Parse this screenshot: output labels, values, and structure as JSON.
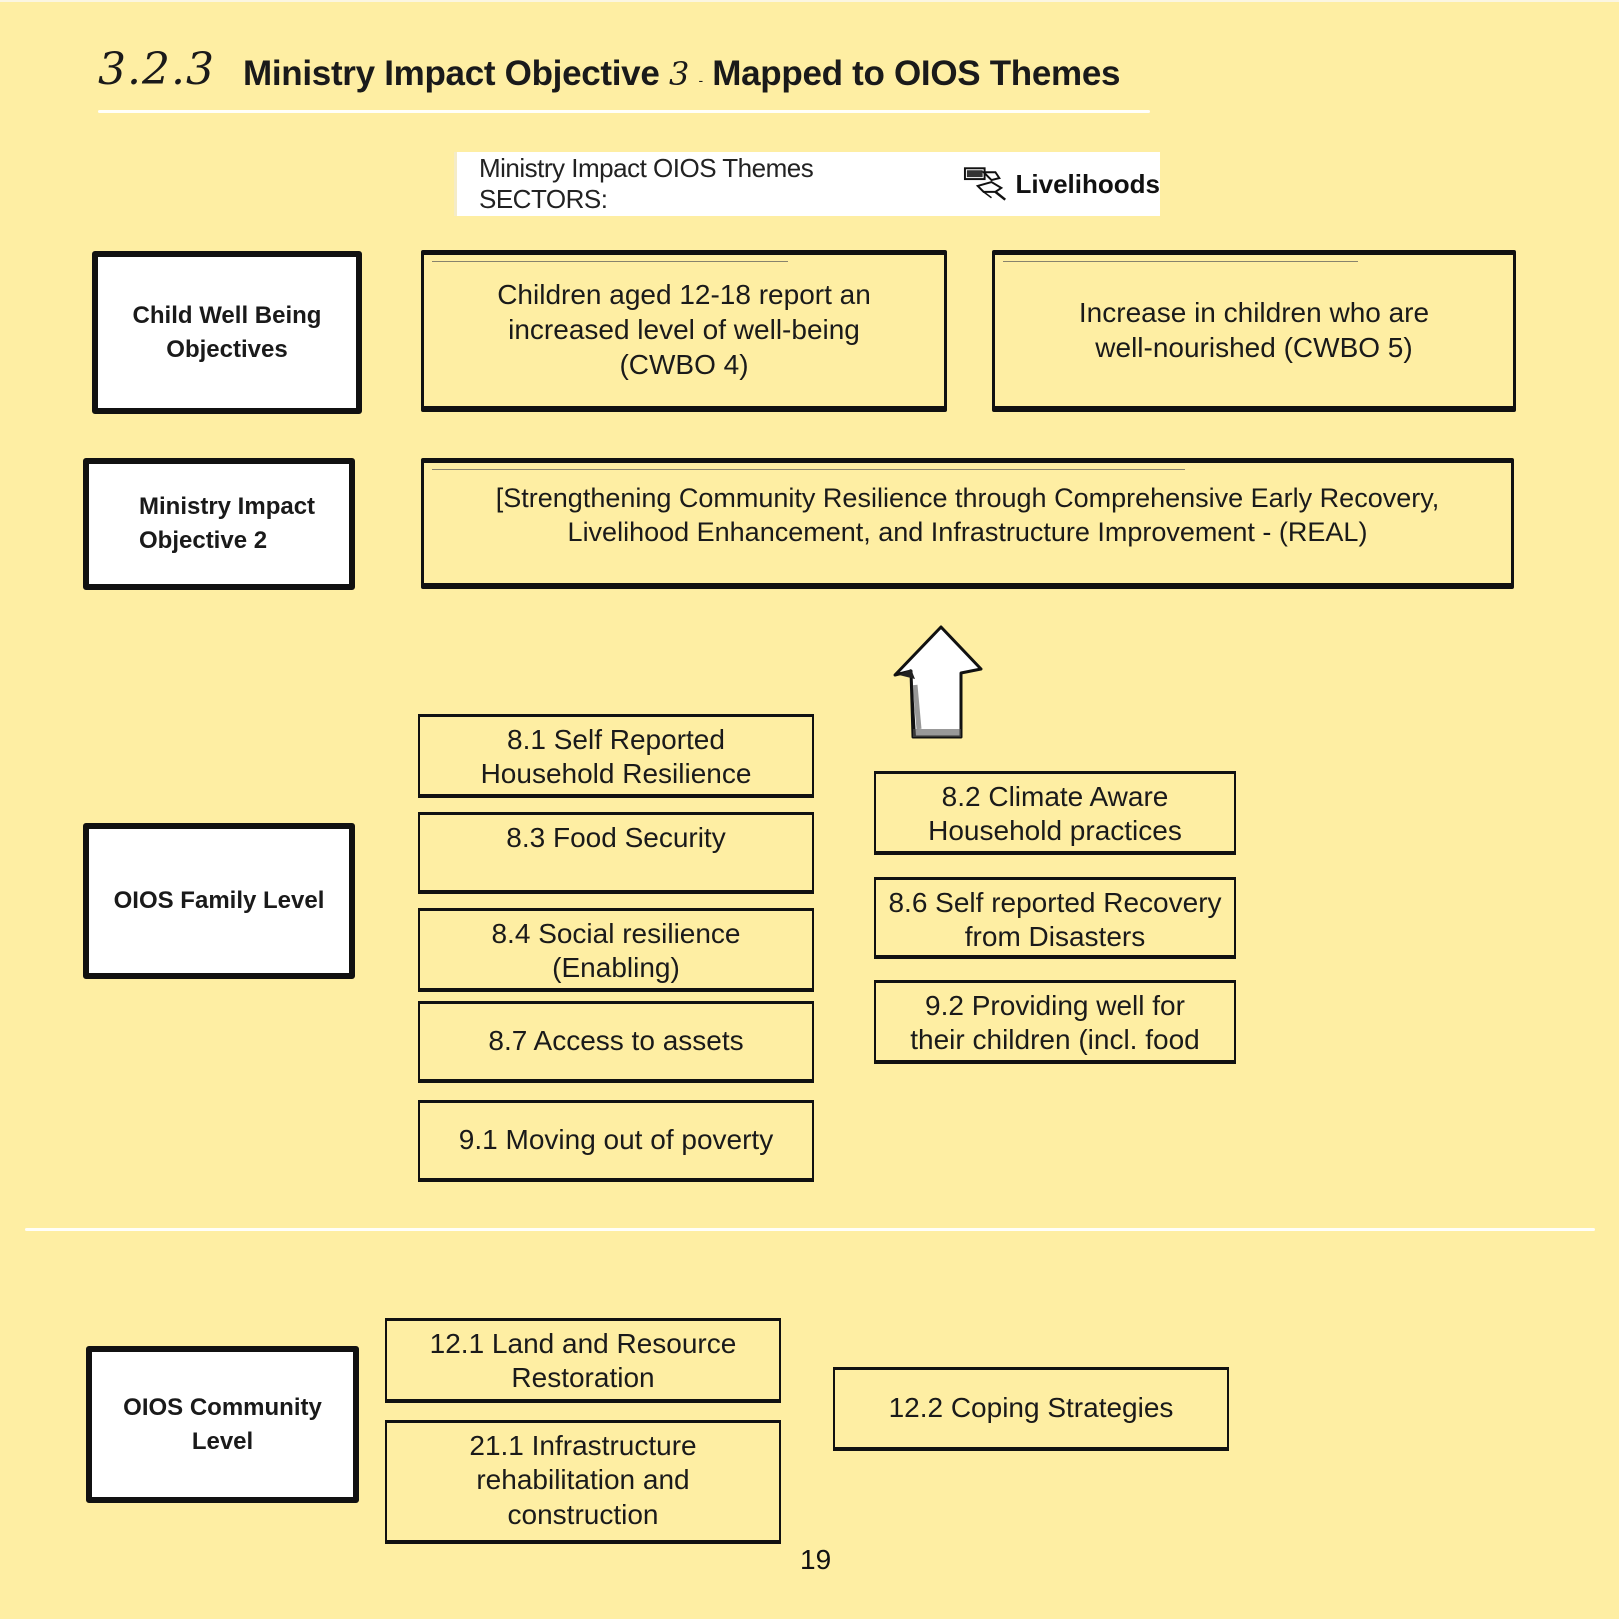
{
  "page": {
    "section_number": "3.2.3",
    "title_part1": "Ministry Impact Objective",
    "title_objective_number": "3",
    "title_separator": "-",
    "title_part2": "Mapped to OIOS Themes",
    "page_number": "19",
    "colors": {
      "background": "#FEEEA3",
      "box_border": "#111111",
      "label_fill": "#FFFFFF"
    }
  },
  "sectors": {
    "label": "Ministry Impact OIOS Themes SECTORS:",
    "icon": "money-hand-icon",
    "value": "Livelihoods"
  },
  "rows": {
    "cwbo": {
      "label": "Child Well Being Objectives",
      "items": [
        "Children aged 12-18 report an increased level of well-being (CWBO 4)",
        "Increase in children who are well-nourished (CWBO 5)"
      ]
    },
    "ministry_objective": {
      "label_line1": "Ministry Impact",
      "label_line2": "Objective 2",
      "text": "[Strengthening Community Resilience through Comprehensive Early Recovery, Livelihood Enhancement, and Infrastructure Improvement - (REAL)"
    },
    "arrow_icon": "arrow-up-icon",
    "family_level": {
      "label": "OIOS Family Level",
      "left_column": [
        "8.1 Self Reported Household Resilience",
        "8.3 Food Security",
        "8.4 Social resilience (Enabling)",
        "8.7 Access to assets",
        "9.1 Moving out of poverty"
      ],
      "right_column": [
        "8.2 Climate Aware Household practices",
        "8.6 Self reported Recovery from Disasters",
        "9.2 Providing well for their children (incl. food"
      ]
    },
    "community_level": {
      "label": "OIOS Community Level",
      "left_column": [
        "12.1 Land and Resource Restoration",
        "21.1 Infrastructure rehabilitation and construction"
      ],
      "right_column": [
        "12.2 Coping Strategies"
      ]
    }
  }
}
